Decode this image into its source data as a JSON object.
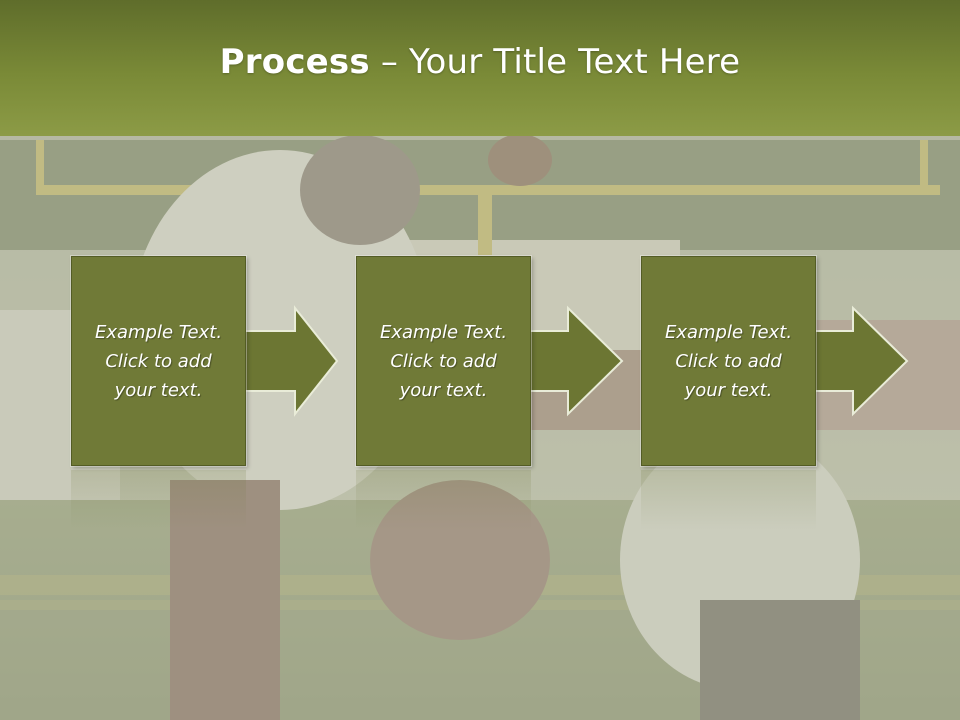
{
  "title": {
    "bold": "Process",
    "separator": " – ",
    "rest": "Your Title Text Here"
  },
  "steps": [
    {
      "text_line1": "Example Text.",
      "text_line2": "Click  to add",
      "text_line3": "your text."
    },
    {
      "text_line1": "Example Text.",
      "text_line2": "Click  to add",
      "text_line3": "your text."
    },
    {
      "text_line1": "Example Text.",
      "text_line2": "Click  to add",
      "text_line3": "your text."
    }
  ],
  "colors": {
    "title_bar": "#7a8a37",
    "box_fill": "#707a37",
    "arrow_fill": "#6c7633",
    "background_overlay": "#c8cbb4"
  },
  "background_image": "football-players-photo"
}
